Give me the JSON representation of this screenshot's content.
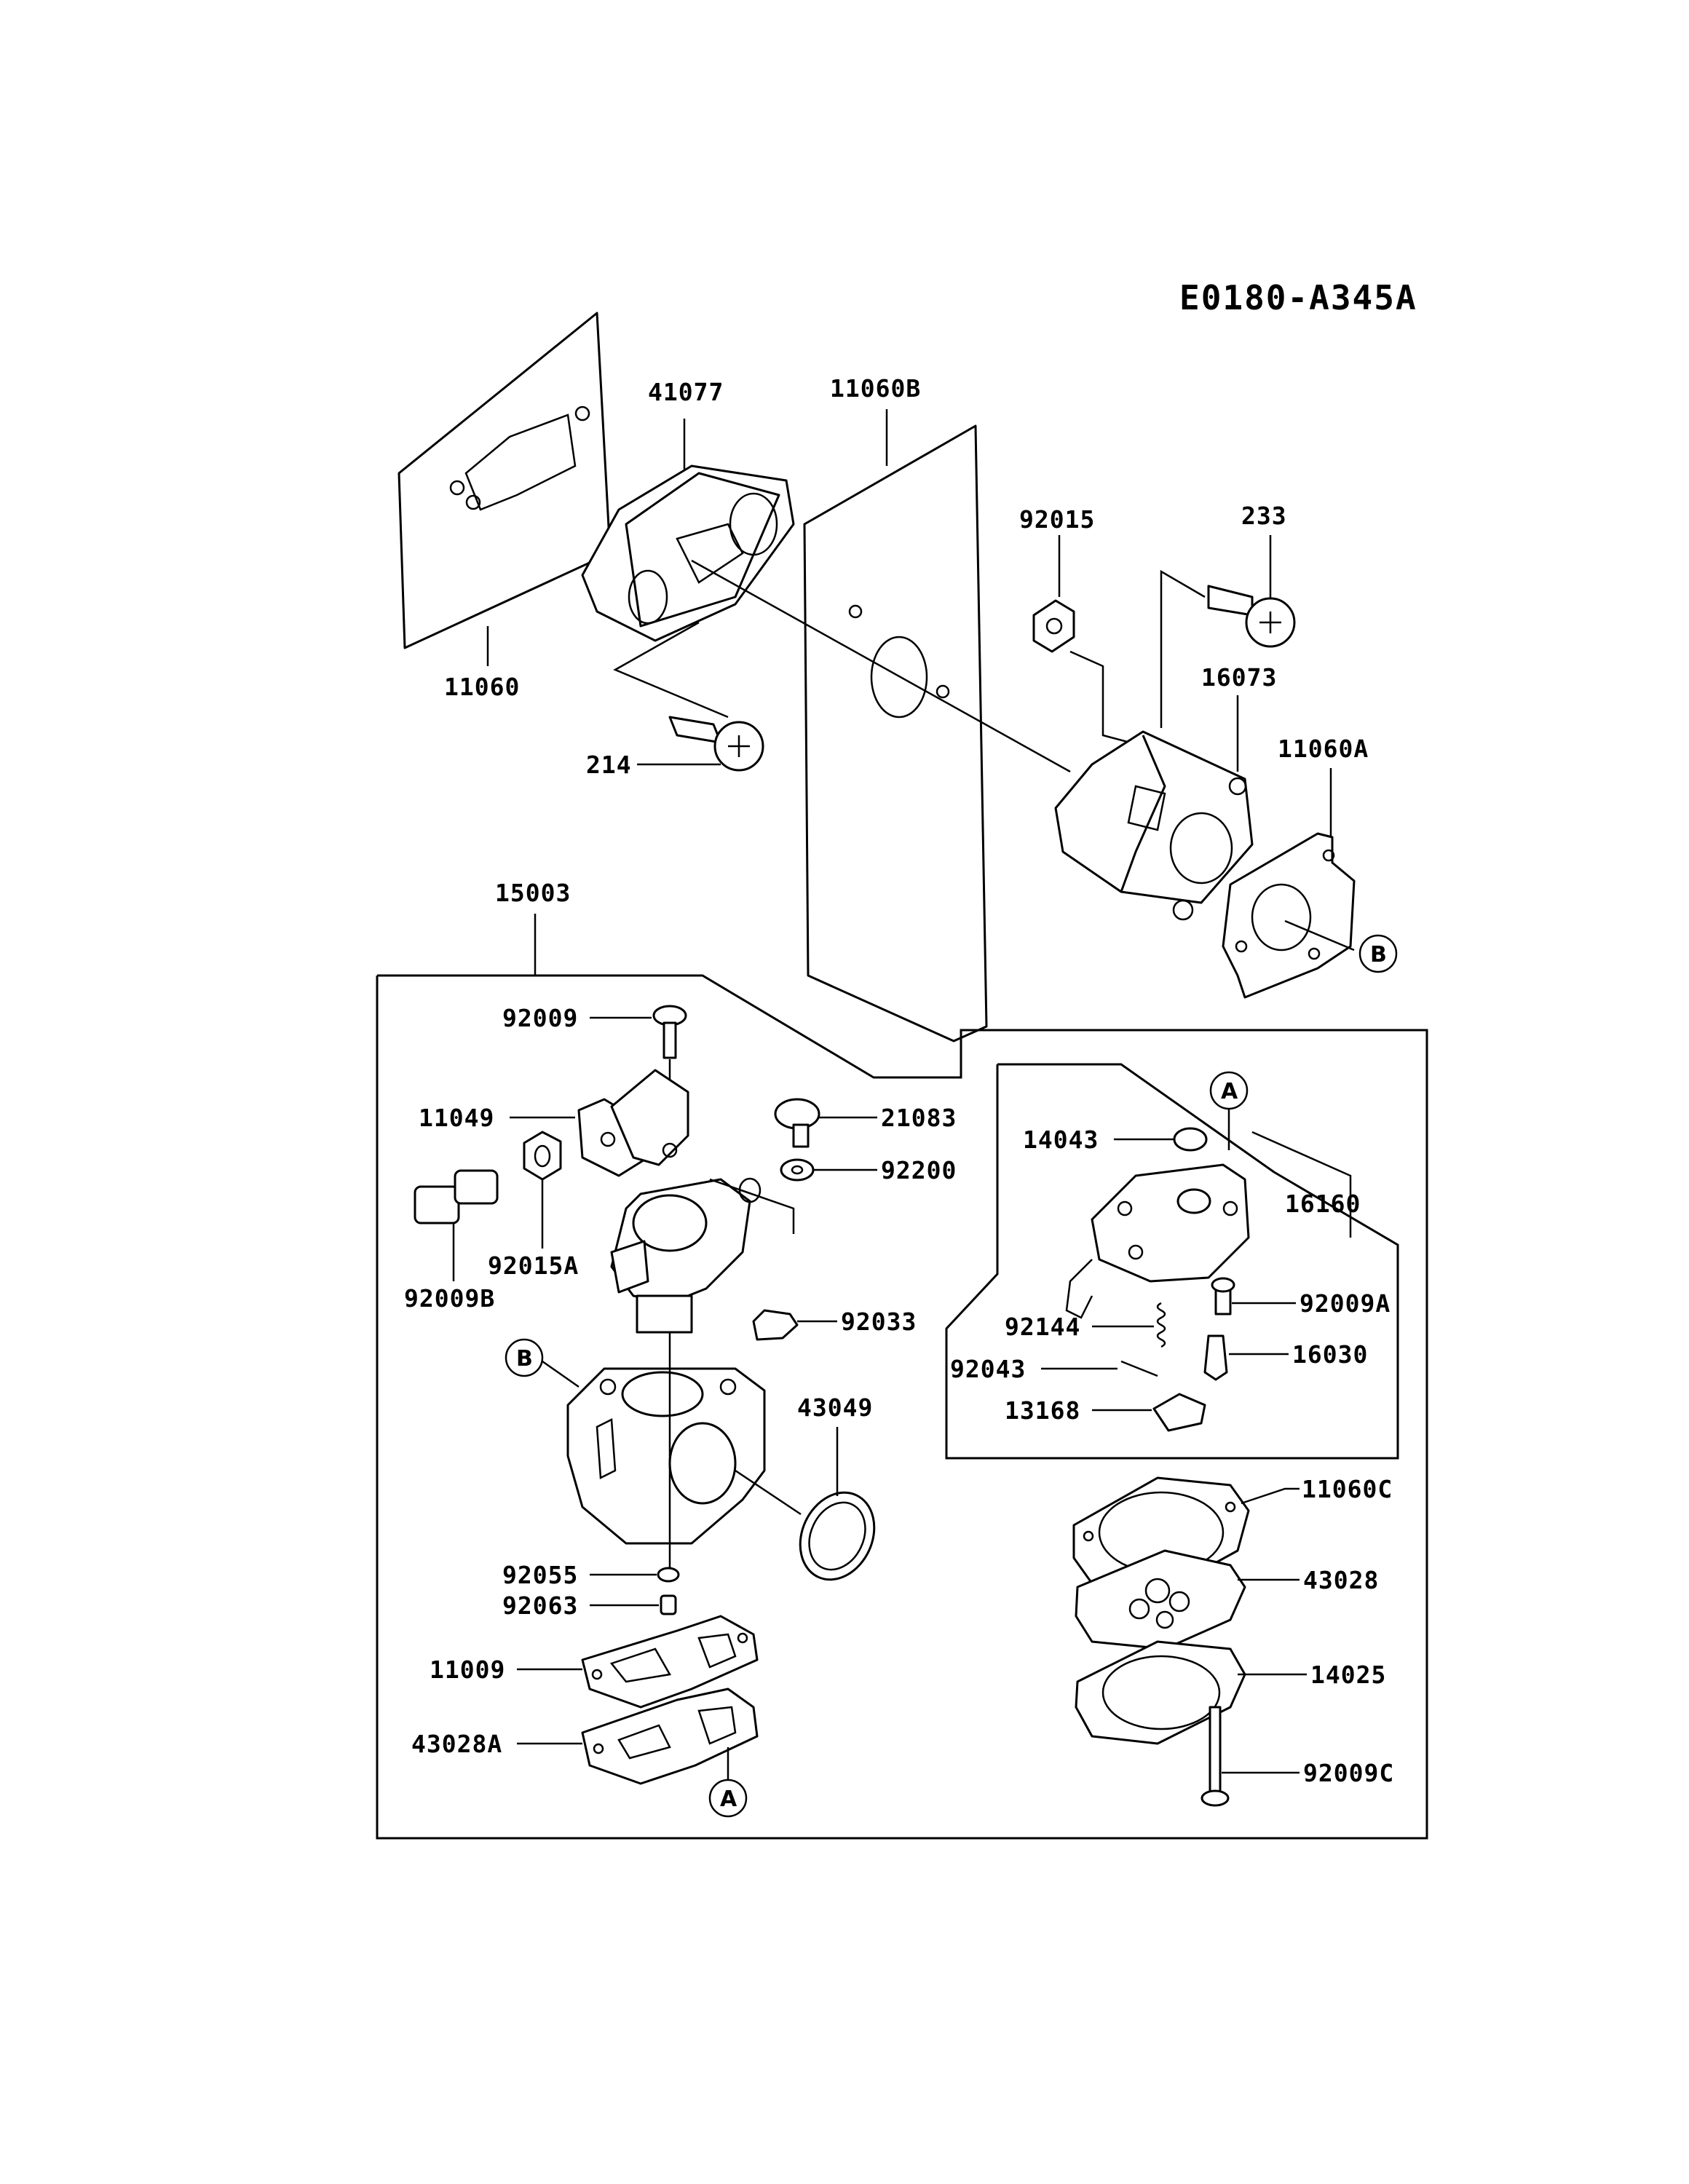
{
  "diagram": {
    "code": "E0180-A345A",
    "labels": {
      "p41077": "41077",
      "p11060B": "11060B",
      "p11060": "11060",
      "p214": "214",
      "p92015": "92015",
      "p233": "233",
      "p16073": "16073",
      "p11060A": "11060A",
      "p15003": "15003",
      "p92009": "92009",
      "p11049": "11049",
      "p21083": "21083",
      "p92200": "92200",
      "p92015A": "92015A",
      "p92009B": "92009B",
      "p92033": "92033",
      "p43049": "43049",
      "p92055": "92055",
      "p92063": "92063",
      "p11009": "11009",
      "p43028A": "43028A",
      "p14043": "14043",
      "p16160": "16160",
      "p92009A": "92009A",
      "p92144": "92144",
      "p16030": "16030",
      "p92043": "92043",
      "p13168": "13168",
      "p11060C": "11060C",
      "p43028": "43028",
      "p14025": "14025",
      "p92009C": "92009C"
    },
    "markers": {
      "a": "A",
      "b": "B"
    }
  }
}
